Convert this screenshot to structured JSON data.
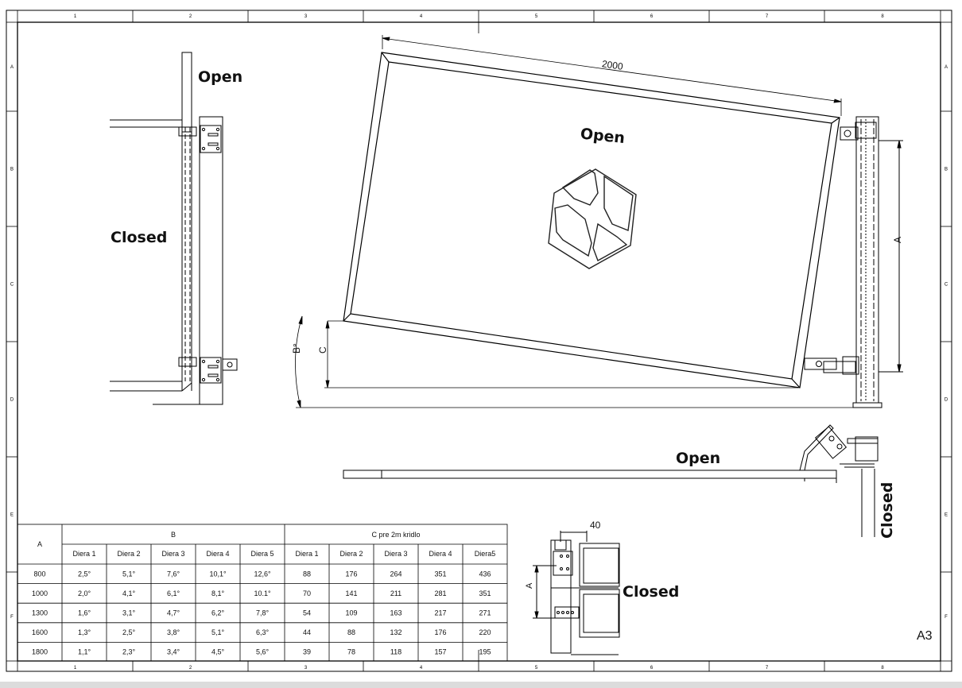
{
  "sheet": {
    "size_label": "A3",
    "zone_columns": [
      "1",
      "2",
      "3",
      "4",
      "5",
      "6",
      "7",
      "8"
    ],
    "zone_rows": [
      "A",
      "B",
      "C",
      "D",
      "E",
      "F"
    ]
  },
  "labels": {
    "side_open": "Open",
    "side_closed": "Closed",
    "main_open": "Open",
    "plan_open": "Open",
    "plan_closed": "Closed",
    "detail_closed": "Closed"
  },
  "dimensions": {
    "gate_length": "2000",
    "height_a": "A",
    "offset_c": "C",
    "angle_b": "B°",
    "detail_width": "40",
    "detail_a": "A"
  },
  "table": {
    "col_a": "A",
    "group_b": "B",
    "group_c": "C pre 2m kridlo",
    "sub_headers_b": [
      "Diera 1",
      "Diera 2",
      "Diera 3",
      "Diera 4",
      "Diera 5"
    ],
    "sub_headers_c": [
      "Diera 1",
      "Diera 2",
      "Diera 3",
      "Diera 4",
      "Diera5"
    ],
    "rows": [
      {
        "a": "800",
        "b": [
          "2,5°",
          "5,1°",
          "7,6°",
          "10,1°",
          "12,6°"
        ],
        "c": [
          "88",
          "176",
          "264",
          "351",
          "436"
        ]
      },
      {
        "a": "1000",
        "b": [
          "2,0°",
          "4,1°",
          "6,1°",
          "8,1°",
          "10.1°"
        ],
        "c": [
          "70",
          "141",
          "211",
          "281",
          "351"
        ]
      },
      {
        "a": "1300",
        "b": [
          "1,6°",
          "3,1°",
          "4,7°",
          "6,2°",
          "7,8°"
        ],
        "c": [
          "54",
          "109",
          "163",
          "217",
          "271"
        ]
      },
      {
        "a": "1600",
        "b": [
          "1,3°",
          "2,5°",
          "3,8°",
          "5,1°",
          "6,3°"
        ],
        "c": [
          "44",
          "88",
          "132",
          "176",
          "220"
        ]
      },
      {
        "a": "1800",
        "b": [
          "1,1°",
          "2,3°",
          "3,4°",
          "4,5°",
          "5,6°"
        ],
        "c": [
          "39",
          "78",
          "118",
          "157",
          "195"
        ]
      }
    ]
  }
}
